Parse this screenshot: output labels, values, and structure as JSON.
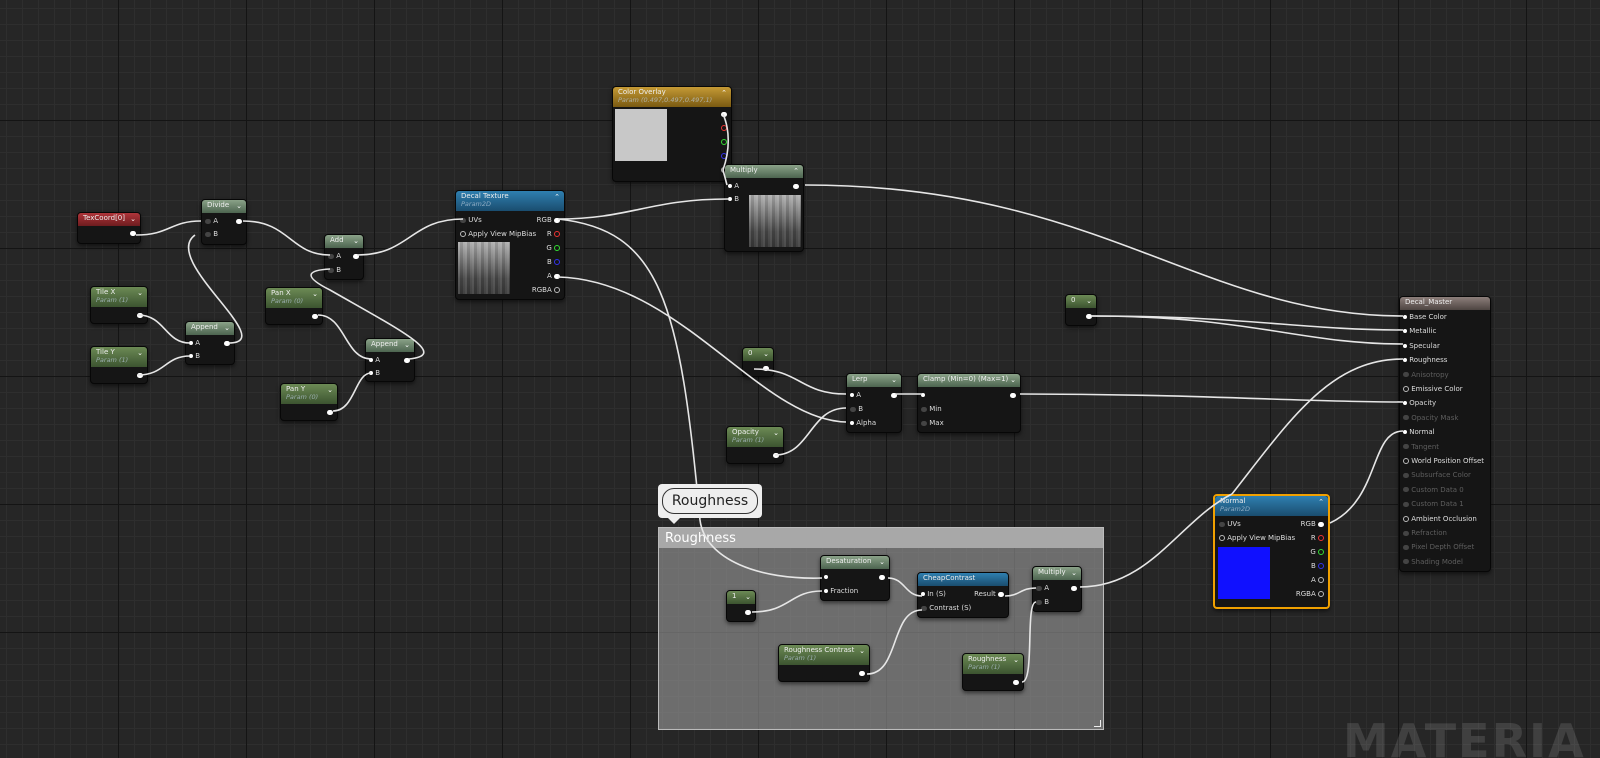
{
  "app": {
    "watermark": "MATERIA"
  },
  "comment": {
    "bubble": "Roughness",
    "title": "Roughness"
  },
  "nodes": {
    "texcoord": {
      "title": "TexCoord[0]"
    },
    "divide": {
      "title": "Divide",
      "in_a": "A",
      "in_b": "B"
    },
    "tile_x": {
      "title": "Tile X",
      "sub": "Param (1)"
    },
    "tile_y": {
      "title": "Tile Y",
      "sub": "Param (1)"
    },
    "append1": {
      "title": "Append",
      "in_a": "A",
      "in_b": "B"
    },
    "add": {
      "title": "Add",
      "in_a": "A",
      "in_b": "B"
    },
    "pan_x": {
      "title": "Pan X",
      "sub": "Param (0)"
    },
    "pan_y": {
      "title": "Pan Y",
      "sub": "Param (0)"
    },
    "append2": {
      "title": "Append",
      "in_a": "A",
      "in_b": "B"
    },
    "decal_texture": {
      "title": "Decal Texture",
      "sub": "Param2D",
      "uvs": "UVs",
      "mip": "Apply View MipBias",
      "rgb": "RGB",
      "r": "R",
      "g": "G",
      "b": "B",
      "a": "A",
      "rgba": "RGBA"
    },
    "color_overlay": {
      "title": "Color Overlay",
      "sub": "Param (0.497,0.497,0.497,1)",
      "swatch": "#c8c8c8"
    },
    "multiply_top": {
      "title": "Multiply",
      "in_a": "A",
      "in_b": "B"
    },
    "const0_mid": {
      "title": "0"
    },
    "opacity": {
      "title": "Opacity",
      "sub": "Param (1)"
    },
    "lerp": {
      "title": "Lerp",
      "in_a": "A",
      "in_b": "B",
      "alpha": "Alpha"
    },
    "clamp": {
      "title": "Clamp (Min=0) (Max=1)",
      "min": "Min",
      "max": "Max"
    },
    "const0_right": {
      "title": "0"
    },
    "desaturation": {
      "title": "Desaturation",
      "fraction": "Fraction"
    },
    "const1": {
      "title": "1"
    },
    "cheap_contrast": {
      "title": "CheapContrast",
      "in": "In (S)",
      "contrast": "Contrast (S)",
      "result": "Result"
    },
    "roughness_contrast": {
      "title": "Roughness Contrast",
      "sub": "Param (1)"
    },
    "roughness_param": {
      "title": "Roughness",
      "sub": "Param (1)"
    },
    "multiply_bottom": {
      "title": "Multiply",
      "in_a": "A",
      "in_b": "B"
    },
    "normal": {
      "title": "Normal",
      "sub": "Param2D",
      "uvs": "UVs",
      "mip": "Apply View MipBias",
      "rgb": "RGB",
      "r": "R",
      "g": "G",
      "b": "B",
      "a": "A",
      "rgba": "RGBA",
      "swatch": "#1010ff"
    },
    "decal_master": {
      "title": "Decal_Master",
      "inputs": [
        "Base Color",
        "Metallic",
        "Specular",
        "Roughness",
        "Anisotropy",
        "Emissive Color",
        "Opacity",
        "Opacity Mask",
        "Normal",
        "Tangent",
        "World Position Offset",
        "Subsurface Color",
        "Custom Data 0",
        "Custom Data 1",
        "Ambient Occlusion",
        "Refraction",
        "Pixel Depth Offset",
        "Shading Model"
      ]
    }
  }
}
